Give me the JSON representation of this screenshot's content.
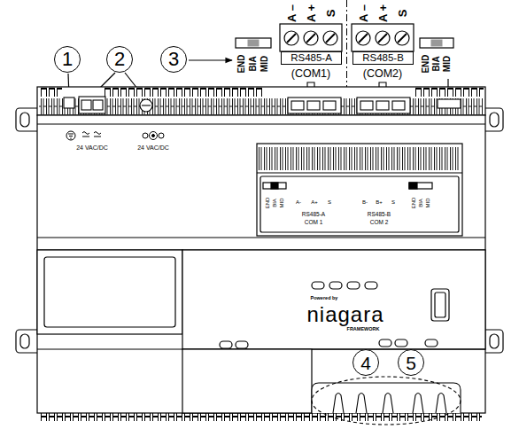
{
  "diagram": {
    "nodes": [
      {
        "text": [
          "1"
        ]
      },
      {
        "text": [
          "2"
        ]
      },
      {
        "text": [
          "3"
        ]
      },
      {
        "text": [
          "RS485-A"
        ]
      },
      {
        "text": [
          "RS485-B"
        ]
      },
      {
        "text": [
          "4"
        ]
      },
      {
        "text": [
          "5"
        ]
      }
    ],
    "labels": [
      "END",
      "BIA",
      "MID",
      "A –",
      "A +",
      "S",
      "A –",
      "A +",
      "S",
      "(COM1)",
      "(COM2)",
      "END",
      "BIA",
      "MID",
      "24 VAC/DC",
      "24 VAC/DC",
      "END",
      "BIA",
      "MID",
      "A-",
      "A+",
      "S",
      "RS485-A",
      "COM 1",
      "B-",
      "B+",
      "S",
      "RS485-B",
      "COM 2",
      "END",
      "BIA",
      "MID",
      "Powered by",
      "niagara",
      "FRAMEWORK"
    ]
  }
}
